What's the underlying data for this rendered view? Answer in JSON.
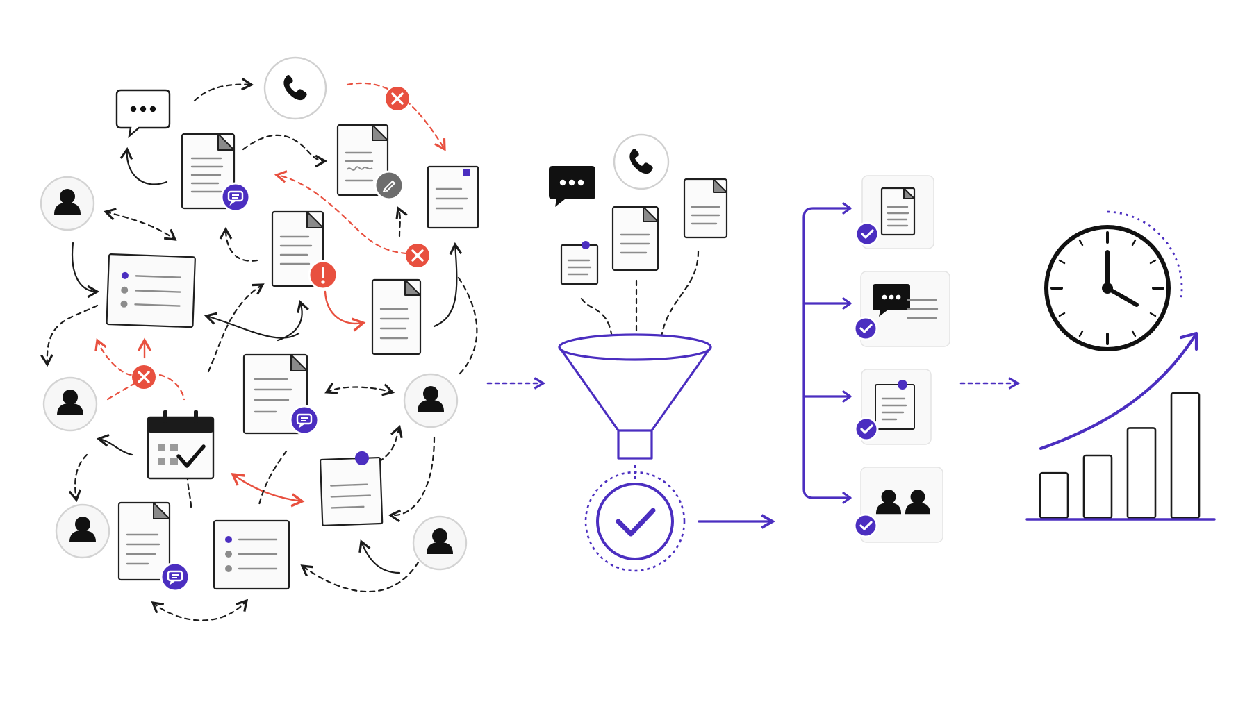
{
  "colors": {
    "accent_purple": "#4b2ec0",
    "error_red": "#e8503f",
    "ink": "#1b1b1b",
    "paper": "#fbfbfb",
    "gray_line": "#8c8c8c"
  },
  "stages": [
    {
      "name": "chaos",
      "icons": [
        "chat-bubble-icon",
        "phone-icon",
        "user-icon",
        "document-icon",
        "signed-document-icon",
        "pencil-icon",
        "error-x-icon",
        "alert-icon",
        "calendar-check-icon",
        "checklist-icon",
        "comment-badge-icon",
        "pinned-note-icon"
      ]
    },
    {
      "name": "funnel",
      "icons": [
        "chat-bubble-icon",
        "phone-icon",
        "document-icon",
        "pinned-note-icon",
        "funnel-icon",
        "check-circle-icon"
      ]
    },
    {
      "name": "organized",
      "icons": [
        "document-icon",
        "chat-bubble-icon",
        "pinned-note-icon",
        "team-icon",
        "check-badge-icon"
      ]
    },
    {
      "name": "results",
      "icons": [
        "clock-icon",
        "bar-chart-icon",
        "trend-arrow-icon"
      ]
    }
  ],
  "results_bars": [
    0.36,
    0.5,
    0.72,
    1.0
  ]
}
